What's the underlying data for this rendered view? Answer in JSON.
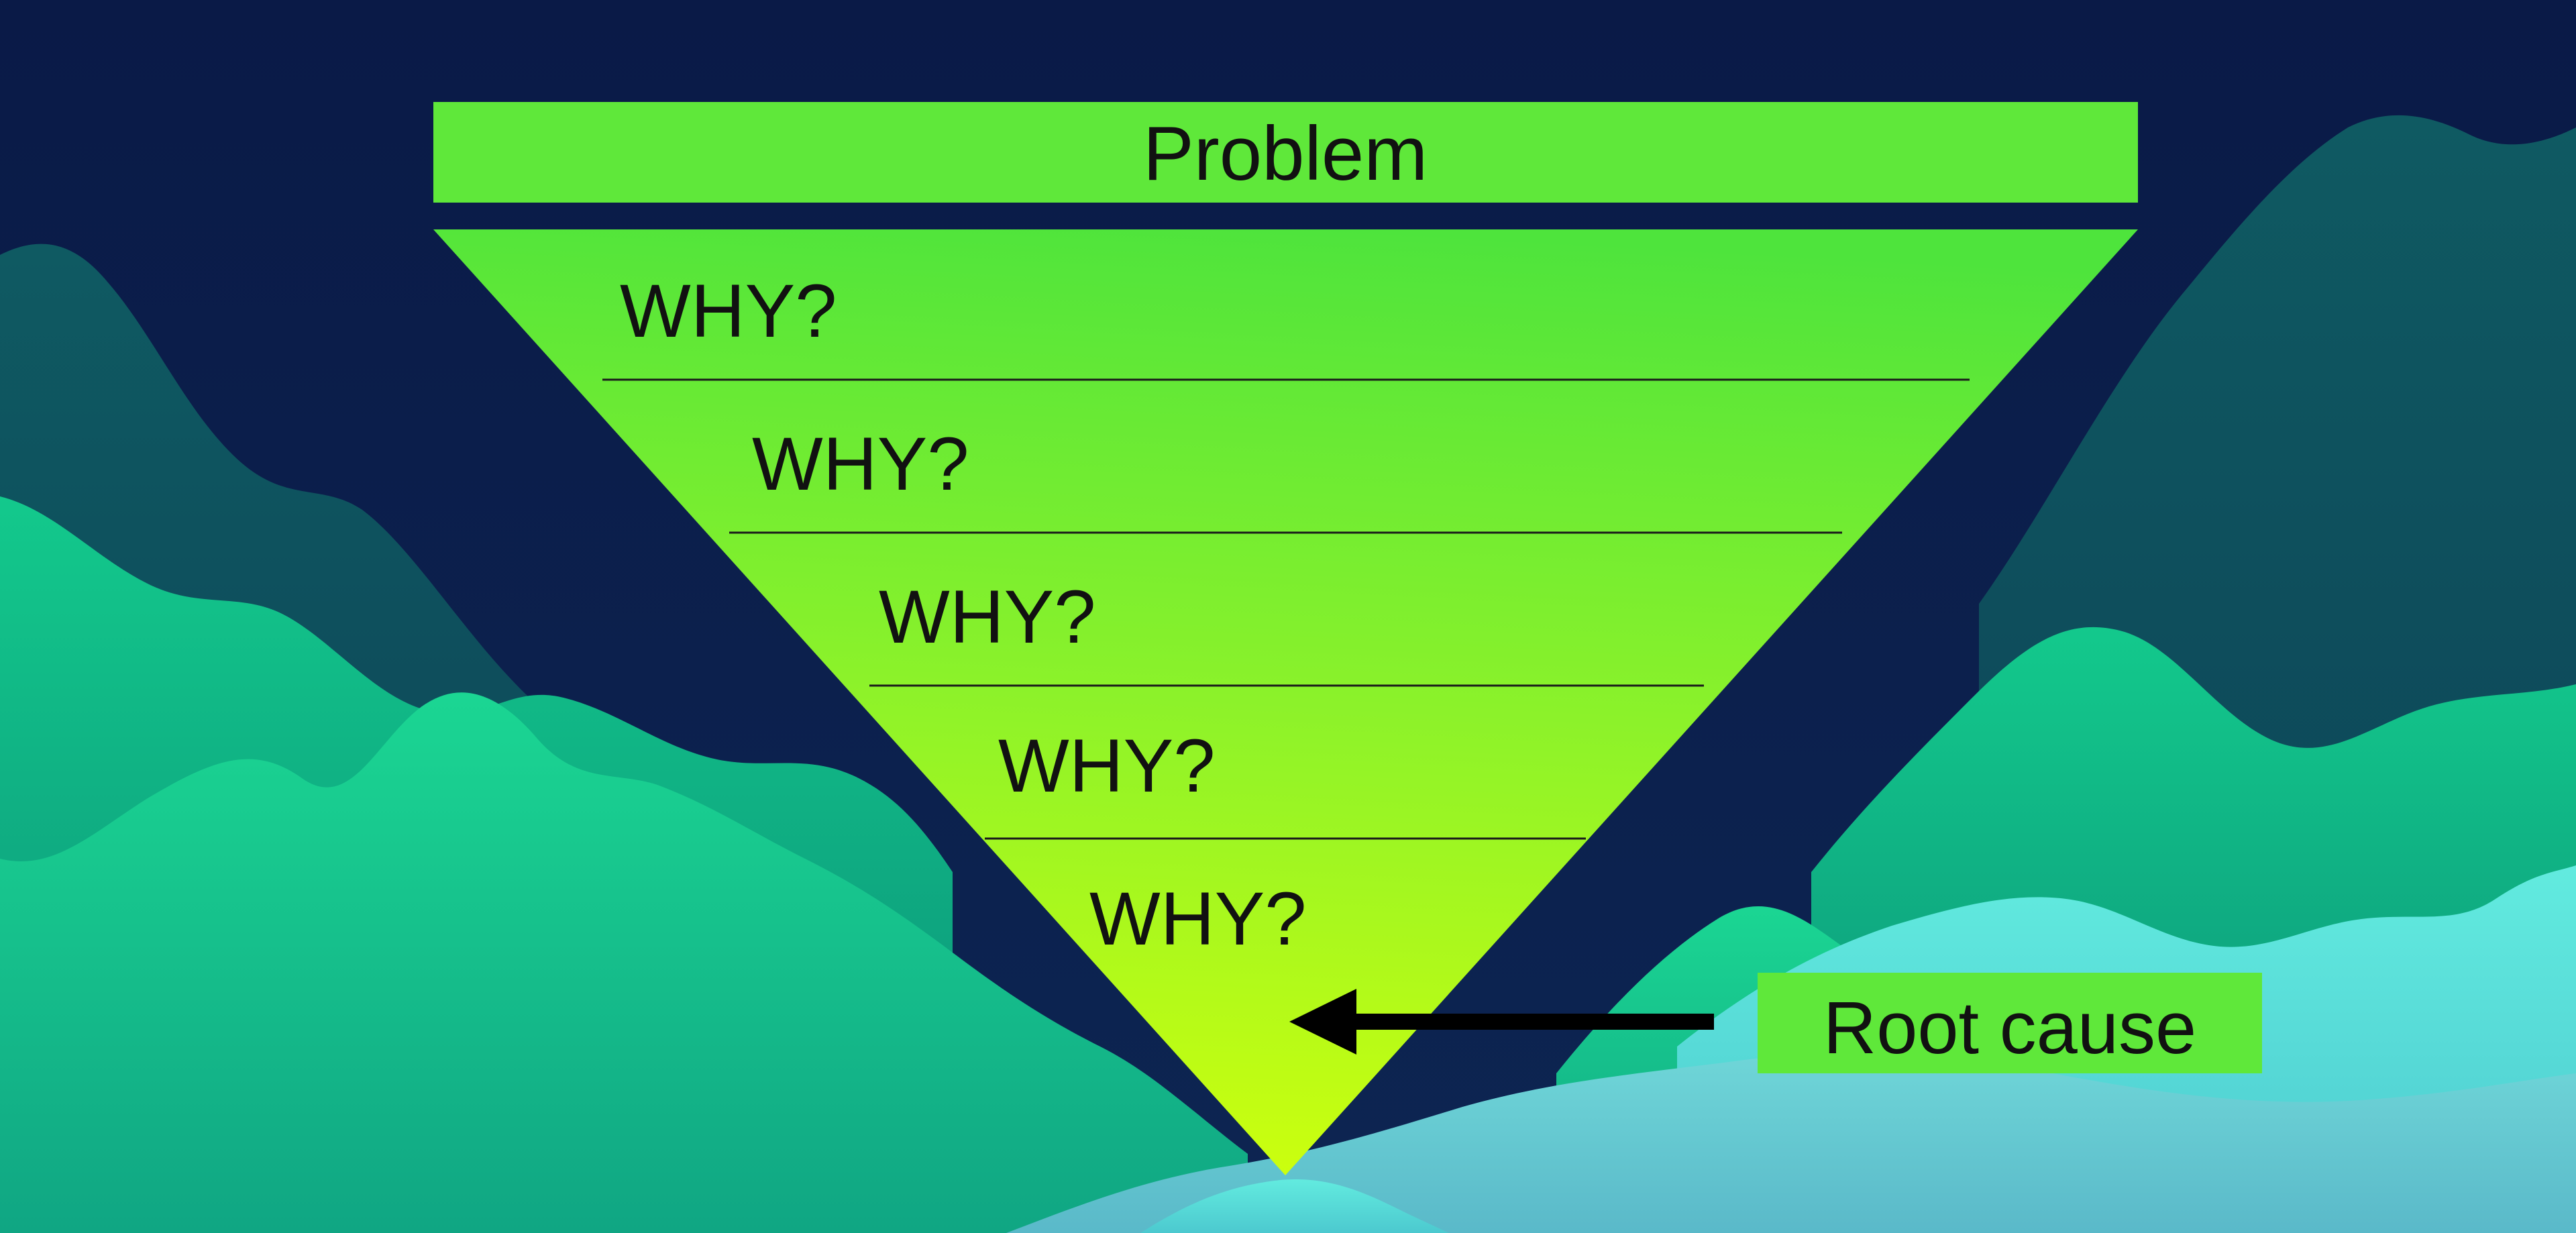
{
  "diagram": {
    "problem_label": "Problem",
    "why_labels": [
      "WHY?",
      "WHY?",
      "WHY?",
      "WHY?",
      "WHY?"
    ],
    "root_cause_label": "Root cause"
  },
  "colors": {
    "sky": "#0b1c4a",
    "label_box": "#5fe83a",
    "funnel_top": "#4ee43c",
    "funnel_bottom": "#c9ff10",
    "mountain_teal_dark": "#0e5e61",
    "mountain_green": "#13c788",
    "mountain_cyan": "#5ee6dc",
    "text": "#111111",
    "arrow": "#000000"
  }
}
